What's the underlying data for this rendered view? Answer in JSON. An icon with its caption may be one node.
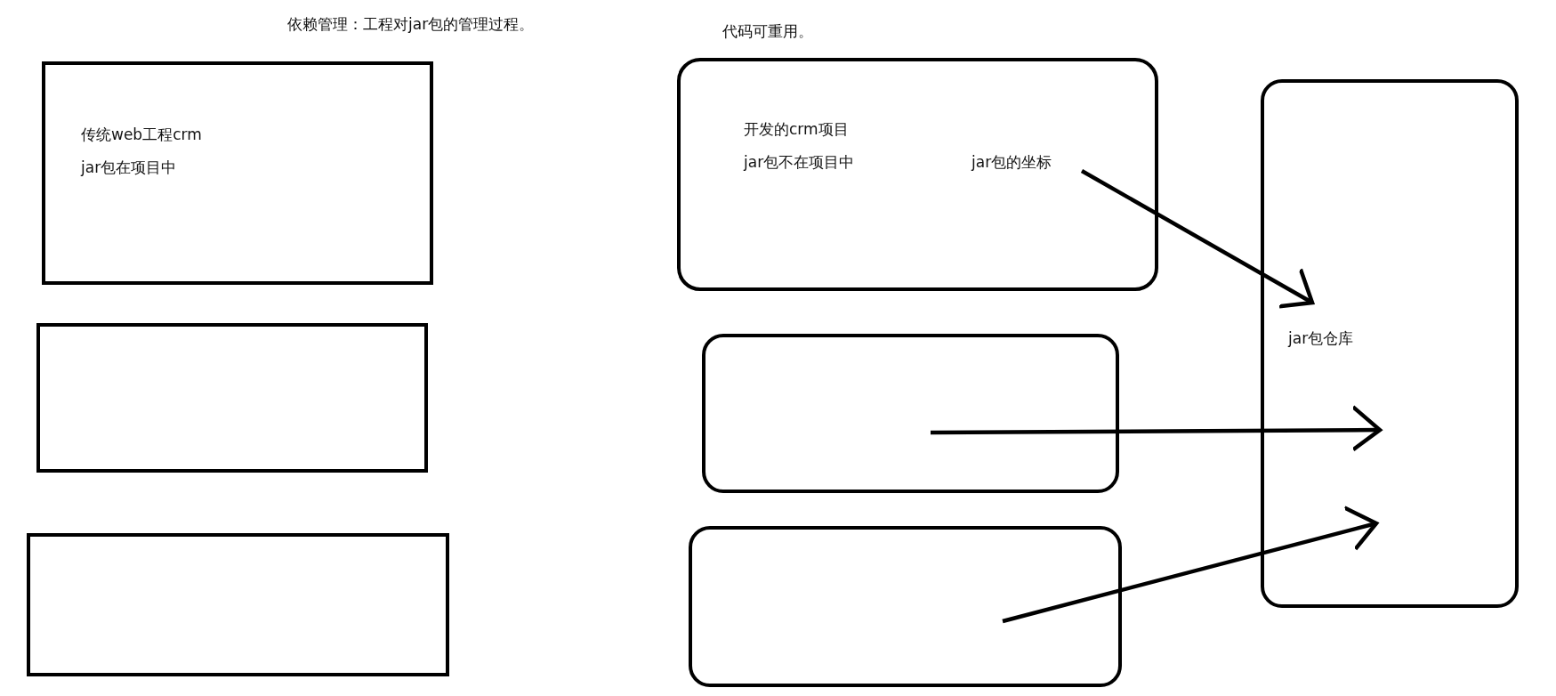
{
  "diagram": {
    "title": "依赖管理：工程对jar包的管理过程。",
    "nodes": [
      {
        "text": [
          "传统web工程crm",
          "jar包在项目中"
        ]
      },
      {
        "text": [],
        "shape": "box"
      },
      {
        "text": [],
        "shape": "box"
      },
      {
        "text": [
          "开发的crm项目",
          "jar包不在项目中"
        ]
      },
      {
        "text": [
          "jar包的坐标"
        ],
        "in": 3
      },
      {
        "text": [],
        "shape": "box"
      },
      {
        "text": [],
        "shape": "box"
      },
      {
        "text": [
          "jar包仓库"
        ]
      }
    ],
    "edges": [
      {
        "from": 4,
        "to": 7,
        "arrow": "to"
      },
      {
        "from": 5,
        "to": 7,
        "arrow": "to"
      },
      {
        "from": 6,
        "to": 7,
        "arrow": "to"
      }
    ],
    "labels": [
      "代码可重用。"
    ]
  }
}
